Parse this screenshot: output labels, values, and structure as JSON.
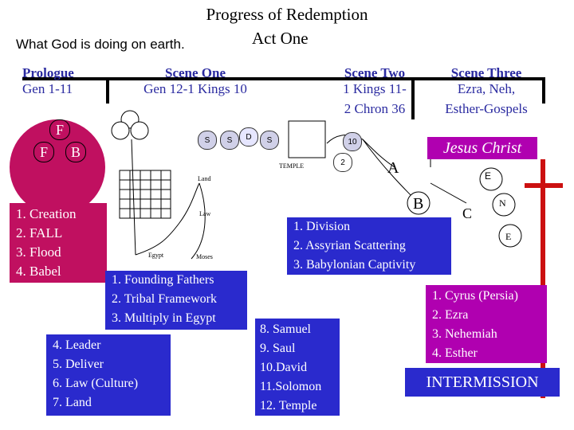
{
  "title": {
    "line1": "Progress of Redemption",
    "line2": "Act One"
  },
  "subtitle": "What God is doing on earth.",
  "timeline": {
    "prologue": {
      "name": "Prologue",
      "ref": "Gen 1-11"
    },
    "scene1": {
      "name": "Scene One",
      "ref": "Gen 12-1 Kings 10"
    },
    "scene2": {
      "name": "Scene Two",
      "ref1": "1 Kings 11-",
      "ref2": "2 Chron 36"
    },
    "scene3": {
      "name": "Scene Three",
      "ref1": "Ezra, Neh,",
      "ref2": "Esther-Gospels"
    }
  },
  "prologue_circle": {
    "letters": [
      "F",
      "F",
      "B"
    ]
  },
  "prologue_list": [
    "1.  Creation",
    "2.  FALL",
    "3.  Flood",
    "4.  Babel"
  ],
  "scene1_diagram": {
    "land": "Land",
    "law": "Law",
    "egypt": "Egypt",
    "moses": "Moses",
    "temple": "TEMPLE",
    "s_circles": [
      "S",
      "S",
      "D",
      "S"
    ]
  },
  "scene1_list_a": [
    "1. Founding Fathers",
    "2. Tribal Framework",
    "3. Multiply in Egypt"
  ],
  "scene1_list_b": [
    "4.  Leader",
    "5.  Deliver",
    "6.  Law (Culture)",
    "7.  Land"
  ],
  "scene2_list": [
    "8.  Samuel",
    "9.  Saul",
    "10.David",
    "11.Solomon",
    "12. Temple"
  ],
  "scene2_diagram": {
    "num10": "10",
    "num2": "2",
    "a": "A",
    "b": "B"
  },
  "scene2_points": [
    "1.  Division",
    "2.  Assyrian Scattering",
    "3.  Babylonian Captivity"
  ],
  "jesus": "Jesus Christ",
  "cross_letters": {
    "e1": "E",
    "c": "C",
    "n": "N",
    "e2": "E"
  },
  "scene3_list": [
    "1.  Cyrus (Persia)",
    "2.  Ezra",
    "3.  Nehemiah",
    "4.  Esther"
  ],
  "intermission": "INTERMISSION",
  "colors": {
    "blue_box": "#2a2acd",
    "pink": "#c01060",
    "magenta": "#b000b0",
    "cross": "#cc1010"
  }
}
